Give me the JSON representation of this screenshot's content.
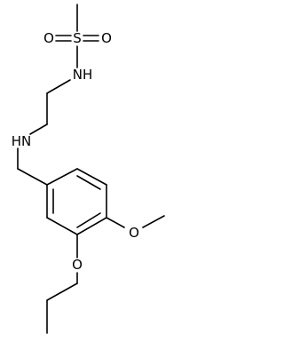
{
  "structure": {
    "atoms": {
      "sulfur": "S",
      "sulfonyl_oxygen_left": "O",
      "sulfonyl_oxygen_right": "O",
      "sulfonamide_nitrogen": "NH",
      "amine_nitrogen": "HN",
      "methoxy_oxygen": "O",
      "ethoxy_oxygen": "O"
    },
    "colors": {
      "bond": "#000000",
      "label": "#000000",
      "background": "#ffffff"
    }
  }
}
